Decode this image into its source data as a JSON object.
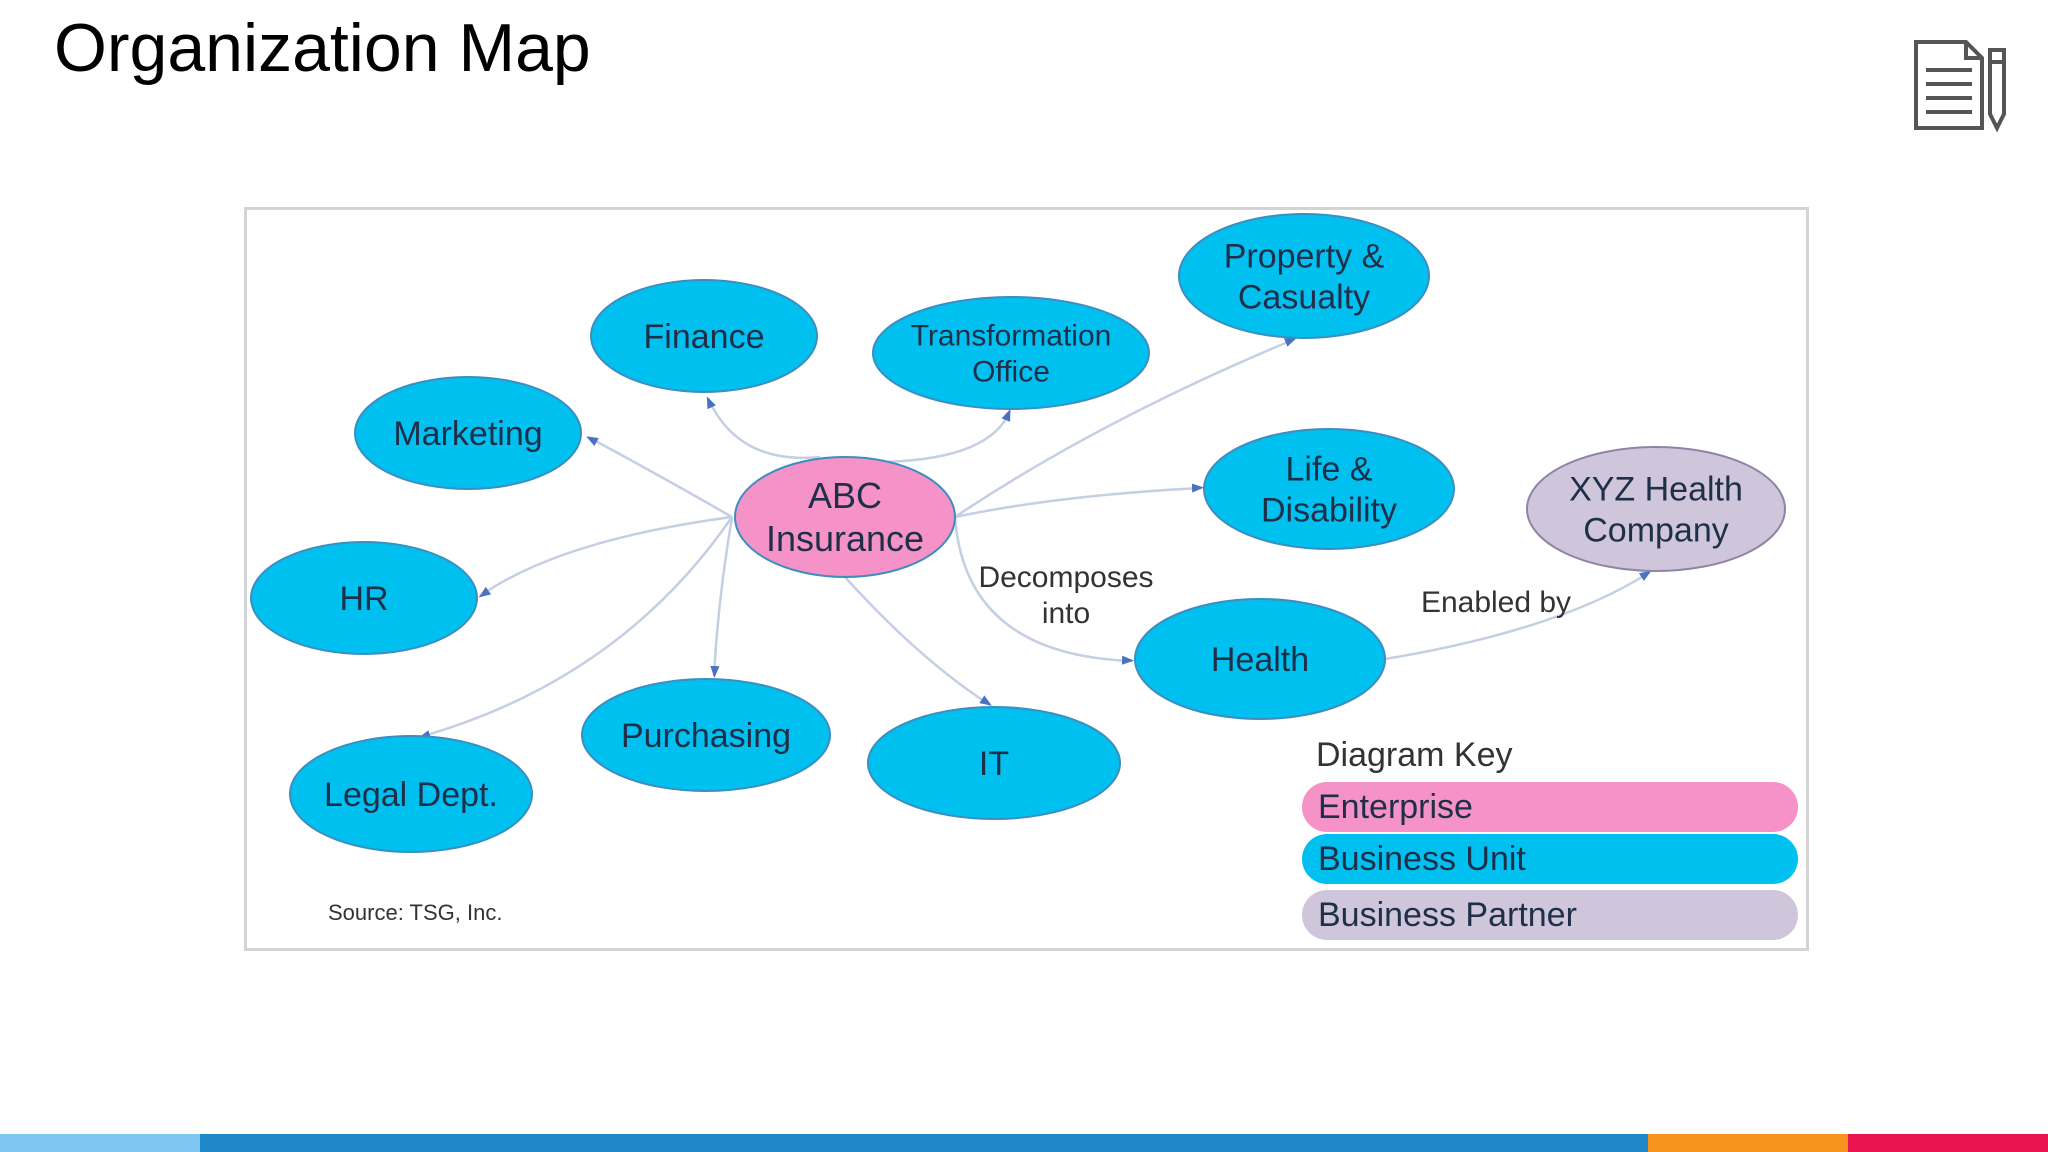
{
  "slide": {
    "title": "Organization Map",
    "icon": "document-pen-icon"
  },
  "diagram": {
    "center": {
      "id": "abc",
      "label_lines": [
        "ABC",
        "Insurance"
      ],
      "category": "Enterprise"
    },
    "nodes": [
      {
        "id": "marketing",
        "label_lines": [
          "Marketing"
        ],
        "category": "Business Unit"
      },
      {
        "id": "finance",
        "label_lines": [
          "Finance"
        ],
        "category": "Business Unit"
      },
      {
        "id": "transformation",
        "label_lines": [
          "Transformation",
          "Office"
        ],
        "category": "Business Unit"
      },
      {
        "id": "property",
        "label_lines": [
          "Property &",
          "Casualty"
        ],
        "category": "Business Unit"
      },
      {
        "id": "life",
        "label_lines": [
          "Life &",
          "Disability"
        ],
        "category": "Business Unit"
      },
      {
        "id": "xyz",
        "label_lines": [
          "XYZ Health",
          "Company"
        ],
        "category": "Business Partner"
      },
      {
        "id": "hr",
        "label_lines": [
          "HR"
        ],
        "category": "Business Unit"
      },
      {
        "id": "health",
        "label_lines": [
          "Health"
        ],
        "category": "Business Unit"
      },
      {
        "id": "purchasing",
        "label_lines": [
          "Purchasing"
        ],
        "category": "Business Unit"
      },
      {
        "id": "it",
        "label_lines": [
          "IT"
        ],
        "category": "Business Unit"
      },
      {
        "id": "legal",
        "label_lines": [
          "Legal Dept."
        ],
        "category": "Business Unit"
      }
    ],
    "edges": [
      {
        "from": "abc",
        "to": "marketing"
      },
      {
        "from": "abc",
        "to": "finance"
      },
      {
        "from": "abc",
        "to": "transformation"
      },
      {
        "from": "abc",
        "to": "property"
      },
      {
        "from": "abc",
        "to": "life"
      },
      {
        "from": "abc",
        "to": "hr"
      },
      {
        "from": "abc",
        "to": "health",
        "label_lines": [
          "Decomposes",
          "into"
        ]
      },
      {
        "from": "abc",
        "to": "purchasing"
      },
      {
        "from": "abc",
        "to": "it"
      },
      {
        "from": "abc",
        "to": "legal"
      },
      {
        "from": "health",
        "to": "xyz",
        "label_lines": [
          "Enabled by"
        ]
      }
    ],
    "source": "Source: TSG, Inc.",
    "key": {
      "title": "Diagram Key",
      "items": [
        {
          "label": "Enterprise",
          "color": "#f592c8"
        },
        {
          "label": "Business Unit",
          "color": "#00c0ef"
        },
        {
          "label": "Business Partner",
          "color": "#cfc6db"
        }
      ]
    },
    "colors": {
      "enterprise_fill": "#f592c8",
      "unit_fill": "#00c0ef",
      "partner_fill": "#cfc6db",
      "edge": "#c5cfe4",
      "arrow": "#4a72c0"
    }
  },
  "footer_bar": {
    "colors": [
      "#7fc6f2",
      "#1f87c8",
      "#f7941d",
      "#e8134f"
    ]
  }
}
